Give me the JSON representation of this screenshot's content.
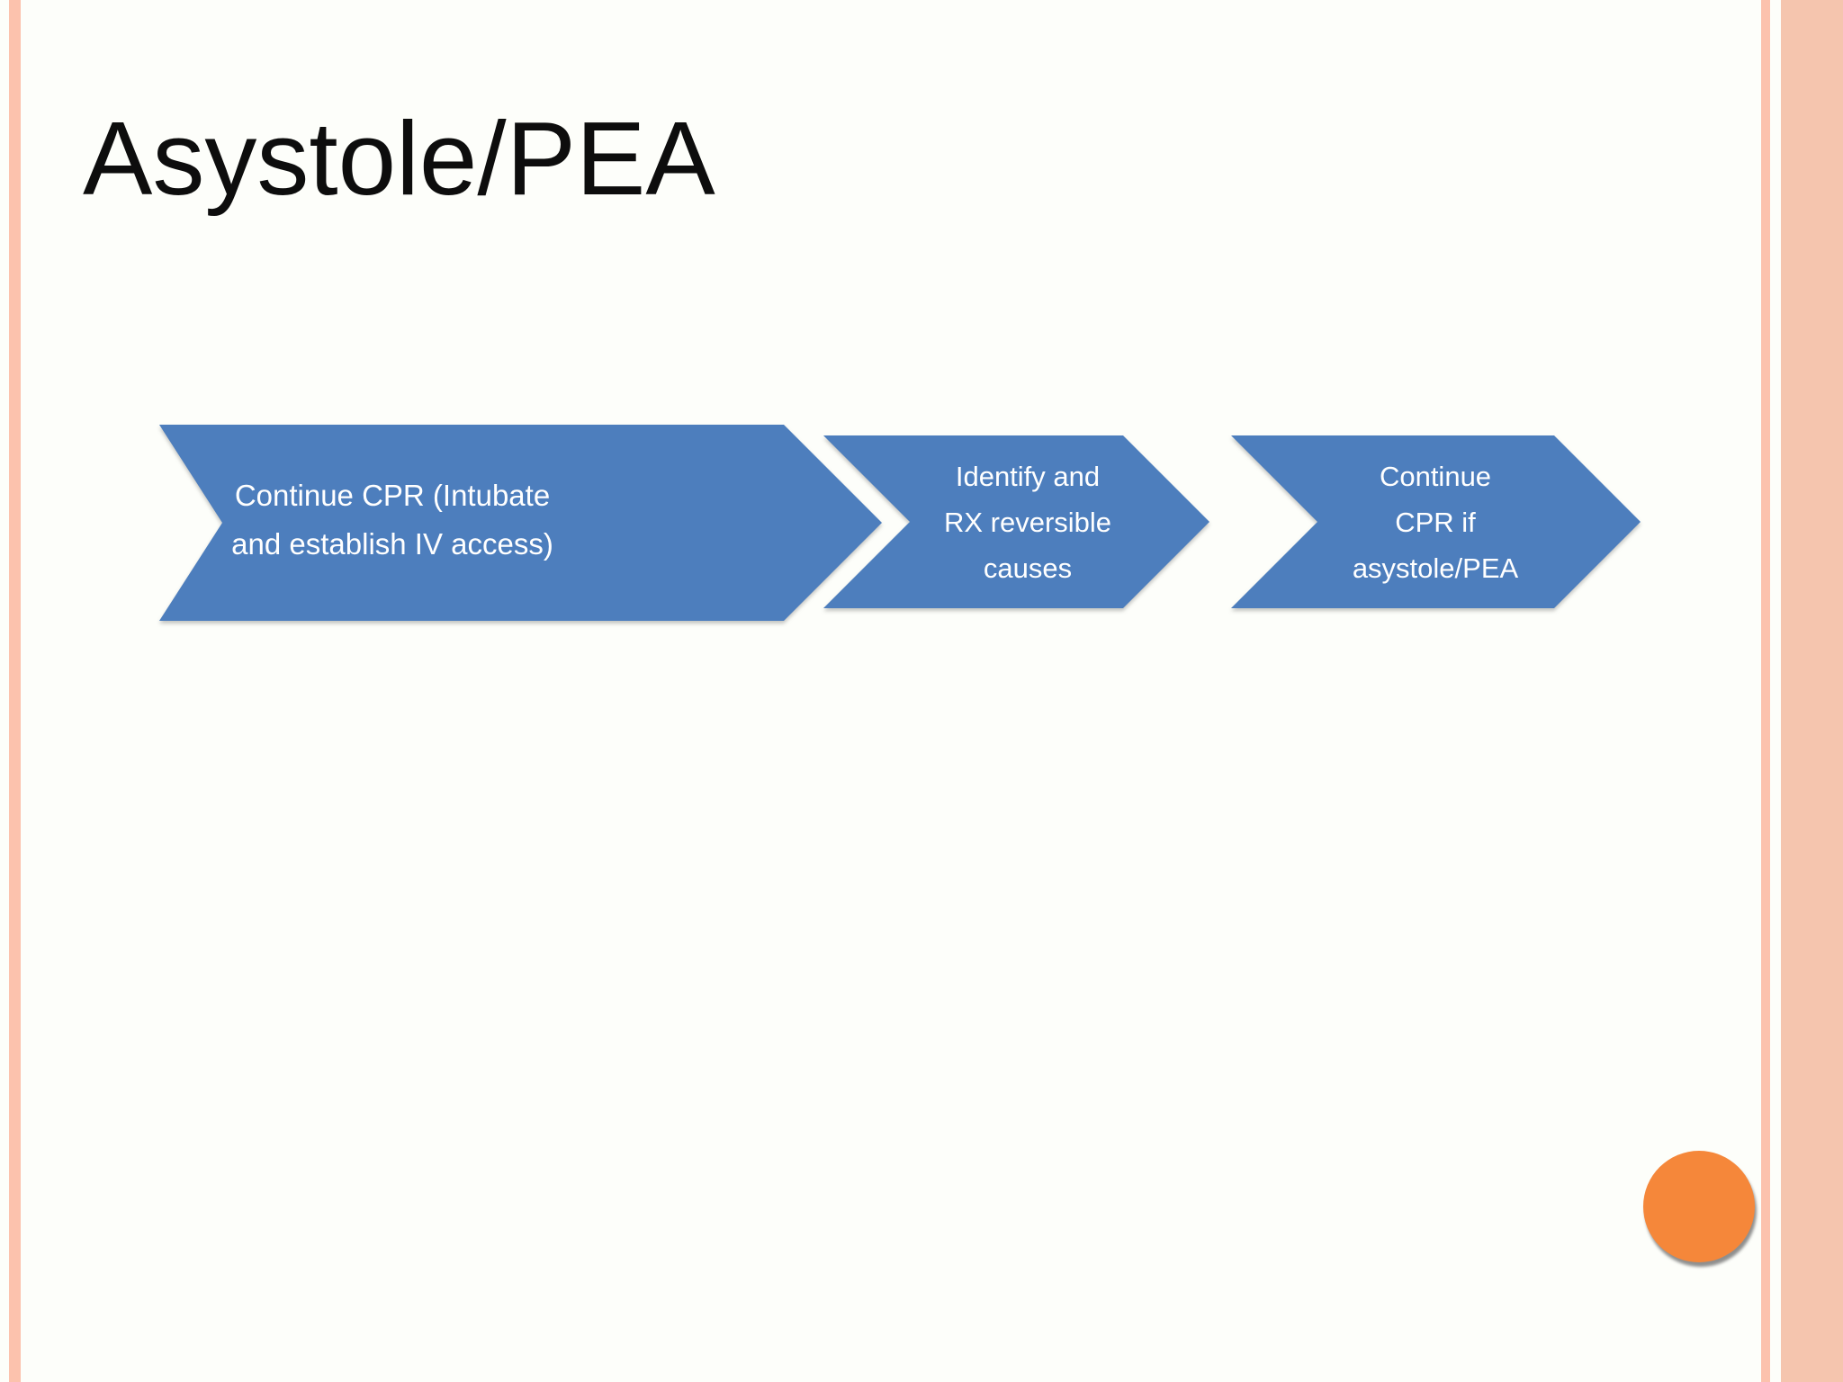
{
  "slide": {
    "title": "Asystole/PEA",
    "background_color": "#fdfefa",
    "title_color": "#0d0d0d"
  },
  "process_flow": {
    "type": "chevron-process-diagram",
    "direction": "left-to-right",
    "arrow_fill_color": "#4d7ebd",
    "arrow_text_color": "#ffffff",
    "steps": [
      {
        "label": "Continue CPR (Intubate\nand establish IV access)"
      },
      {
        "label": "Identify and\nRX reversible\ncauses"
      },
      {
        "label": "Continue\nCPR if\nasystole/PEA"
      }
    ]
  },
  "decorations": {
    "left_stripe_color": "#fcc2ad",
    "right_stripe_color": "#fcc2ad",
    "right_band_color": "#f5c5ae",
    "right_band_line_color": "#ee8d4b",
    "right_band_shade_color": "#f1bda4",
    "accent_circle_color": "#f5873a"
  }
}
